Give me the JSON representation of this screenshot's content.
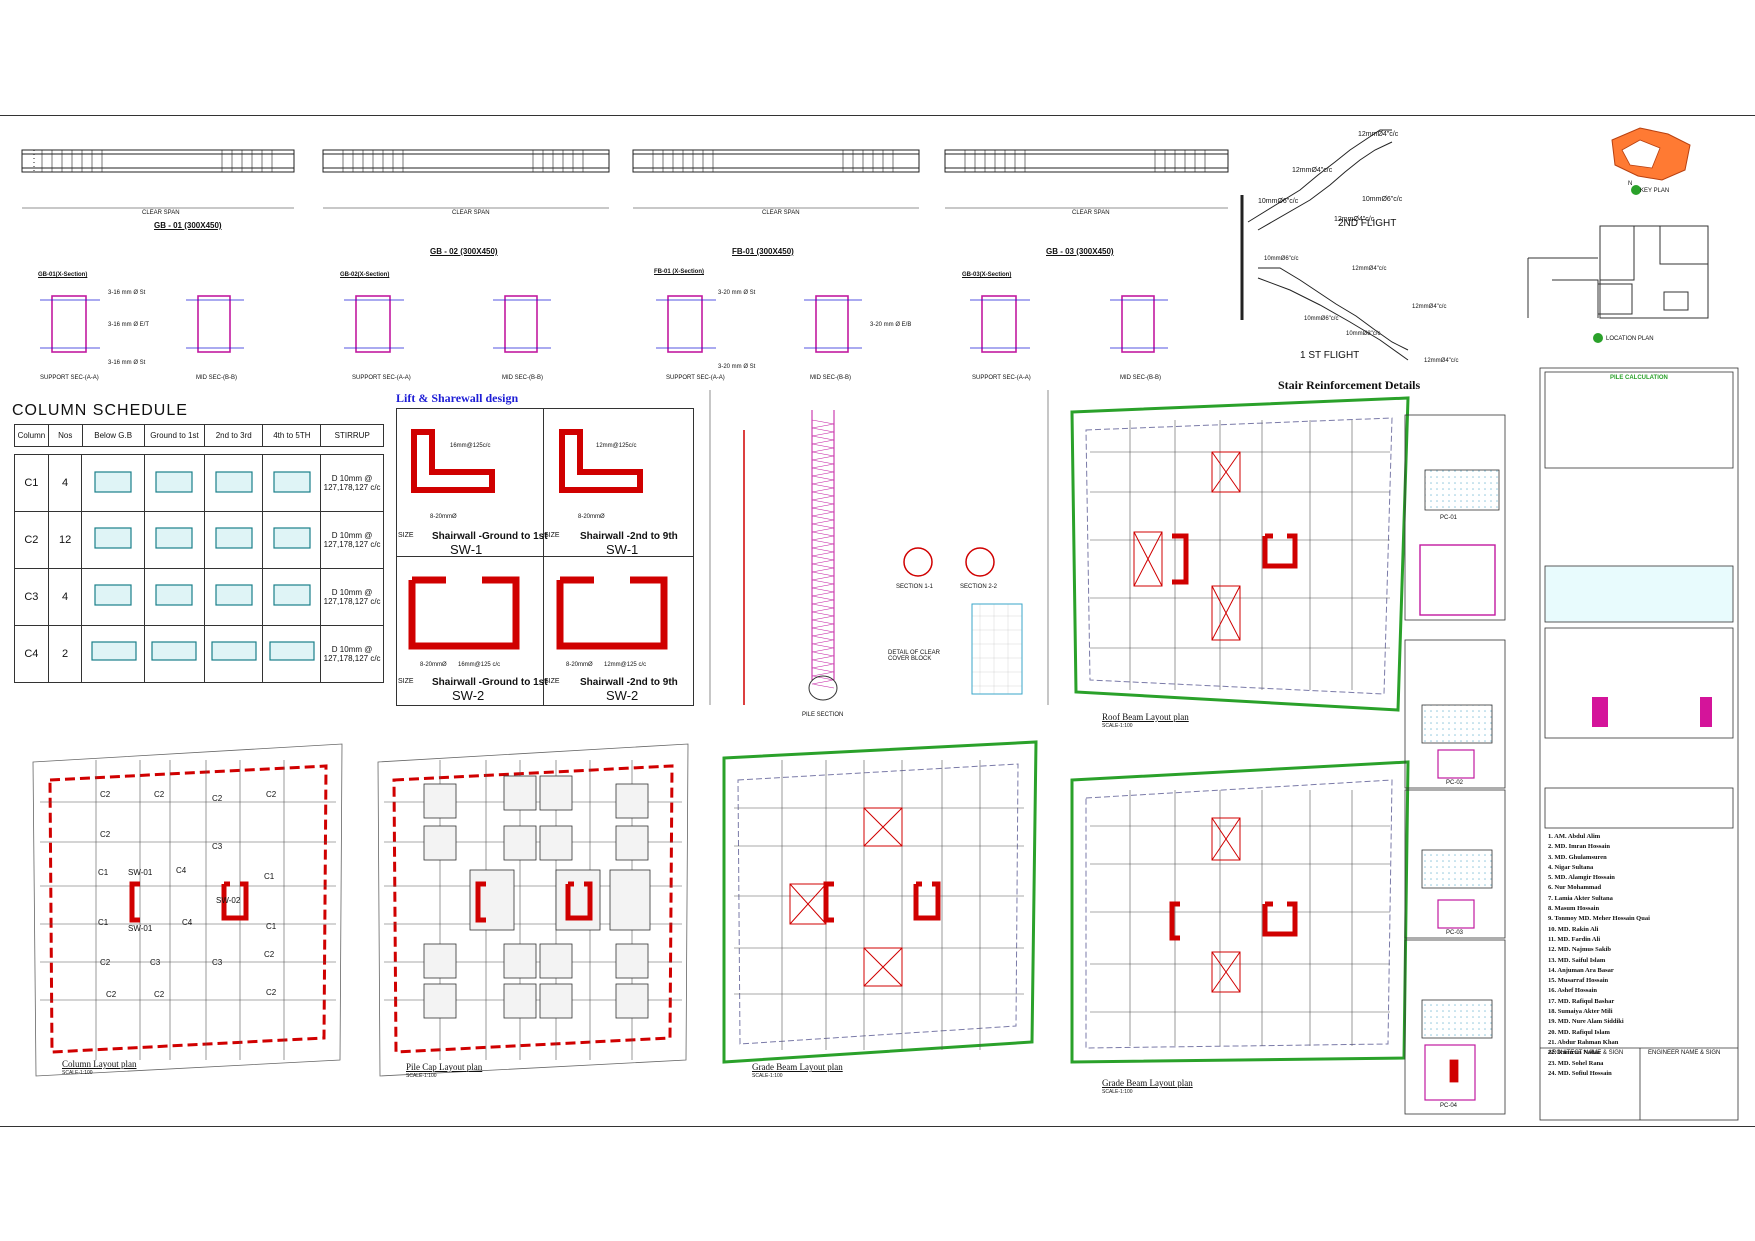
{
  "beam_sections": {
    "elevations": [
      {
        "title": "GB - 01 (300X450)",
        "clear_span": "CLEAR SPAN"
      },
      {
        "title": "GB - 02 (300X450)",
        "clear_span": "CLEAR SPAN"
      },
      {
        "title": "FB-01 (300X450)",
        "clear_span": "CLEAR SPAN"
      },
      {
        "title": "GB - 03 (300X450)",
        "clear_span": "CLEAR SPAN"
      }
    ],
    "section_titles": [
      "GB-01(X-Section)",
      "GB-02(X-Section)",
      "FB-01 (X-Section)",
      "GB-03(X-Section)"
    ],
    "bar_notes": [
      "3-16 mm Ø St",
      "3-16 mm Ø E/T",
      "3-16 mm Ø St",
      "3-20 mm Ø St",
      "3-20 mm Ø E/B",
      "3-20 mm Ø St"
    ],
    "support_label": "SUPPORT SEC-(A-A)",
    "mid_label": "MID SEC-(B-B)"
  },
  "stair": {
    "flight2": "2ND FLIGHT",
    "flight1": "1 ST FLIGHT",
    "bars": [
      "12mmØ4\"c/c",
      "12mmØ4\"c/c",
      "10mmØ6\"c/c",
      "10mmØ6\"c/c",
      "12mmØ4\"c/c",
      "10mmØ6\"c/c",
      "10mmØ6\"c/c",
      "12mmØ4\"c/c",
      "12mmØ4\"c/c",
      "10mmØ8\"c/c",
      "12mmØ4\"c/c"
    ],
    "title": "Stair  Reinforcement  Details"
  },
  "key_plan": {
    "north": "N",
    "key_label": "KEY PLAN",
    "location_label": "LOCATION PLAN"
  },
  "column_schedule": {
    "title": "COLUMN  SCHEDULE",
    "headers": [
      "Column",
      "Nos",
      "Below G.B",
      "Ground to 1st",
      "2nd to 3rd",
      "4th to 5TH",
      "STIRRUP"
    ],
    "rows": [
      {
        "col": "C1",
        "nos": "4",
        "stirrup": "D 10mm @ 127,178,127 c/c"
      },
      {
        "col": "C2",
        "nos": "12",
        "stirrup": "D 10mm @ 127,178,127 c/c"
      },
      {
        "col": "C3",
        "nos": "4",
        "stirrup": "D 10mm @ 127,178,127 c/c"
      },
      {
        "col": "C4",
        "nos": "2",
        "stirrup": "D 10mm @ 127,178,127 c/c"
      }
    ]
  },
  "sharewall": {
    "title": "Lift & Sharewall design",
    "panels": [
      {
        "size": "SIZE",
        "caption": "Shairwall -Ground to 1st",
        "name": "SW-1",
        "bar": "16mm@125c/c",
        "bar2": "8-20mmØ"
      },
      {
        "size": "SIZE",
        "caption": "Shairwall -2nd to 9th",
        "name": "SW-1",
        "bar": "12mm@125c/c",
        "bar2": "8-20mmØ"
      },
      {
        "size": "SIZE",
        "caption": "Shairwall -Ground to 1st",
        "name": "SW-2",
        "bar": "16mm@125 c/c",
        "bar2": "8-20mmØ"
      },
      {
        "size": "SIZE",
        "caption": "Shairwall -2nd to 9th",
        "name": "SW-2",
        "bar": "12mm@125 c/c",
        "bar2": "8-20mmØ"
      }
    ]
  },
  "pile": {
    "sections": [
      "SECTION 1-1",
      "SECTION 2-2"
    ],
    "detail": "DETAIL OF CLEAR COVER BLOCK",
    "section_label": "PILE SECTION"
  },
  "plans": [
    {
      "caption": "Column Layout plan",
      "scale": "SCALE-1:100"
    },
    {
      "caption": "Pile Cap Layout plan",
      "scale": "SCALE-1:100"
    },
    {
      "caption": "Grade Beam Layout plan",
      "scale": "SCALE-1:100"
    },
    {
      "caption": "Roof Beam Layout plan",
      "scale": "SCALE-1:100"
    },
    {
      "caption": "Grade Beam Layout plan",
      "scale": "SCALE-1:100"
    }
  ],
  "column_labels": [
    "C2",
    "C2",
    "C2",
    "C2",
    "C2",
    "C1",
    "C3",
    "C4",
    "C1",
    "SW-01",
    "SW-02",
    "C1",
    "C4",
    "C1",
    "C2",
    "C3",
    "C3",
    "C2",
    "C2",
    "C2",
    "C2",
    "SW-01"
  ],
  "pile_cap_labels": [
    "PC-01",
    "PC-02",
    "PC-03",
    "PC-04"
  ],
  "title_block": {
    "heading": "PILE CALCULATION",
    "names": [
      "1. AM. Abdul Alim",
      "2. MD. Imran Hossain",
      "3. MD. Ghulamsuren",
      "4. Nigar Sultana",
      "5. MD. Alamgir Hossain",
      "6. Nur Mohammad",
      "7. Lamia Akter Sultana",
      "8. Masum Hossain",
      "9. Tonmoy MD. Meher Hossain Quai",
      "10. MD. Rakin Ali",
      "11. MD. Fardin Ali",
      "12. MD. Najmus Sakib",
      "13. MD. Saiful Islam",
      "14. Anjuman Ara Basar",
      "15. Musarraf Hossain",
      "16. Ashef Hossain",
      "17. MD. Rafiqul Bashar",
      "18. Sumaiya Akter Mili",
      "19. MD. Nure Alam Siddiki",
      "20. MD. Rafiqul Islam",
      "21. Abdur Rahman Khan",
      "22. Kamrun Nahar",
      "23. MD. Sohel Rana",
      "24. MD. Sofiul Hossain"
    ],
    "architect": "ARCHITECT NAME & SIGN",
    "engineer": "ENGINEER NAME & SIGN"
  },
  "colors": {
    "red": "#d00000",
    "green": "#2aa12a",
    "blue": "#1d1dd6",
    "magenta": "#c21aa0",
    "cyan": "#3aa6c8"
  }
}
